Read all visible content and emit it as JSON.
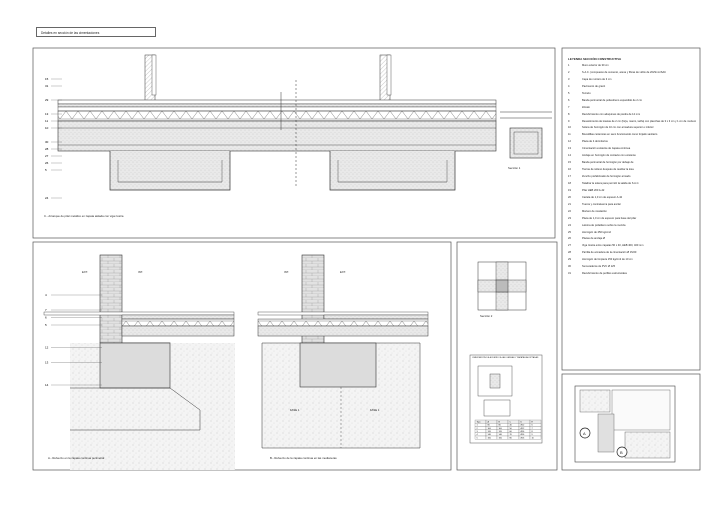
{
  "title_tag": "Detalles en sección de las cimentaciones",
  "captions": {
    "c_top": "C.- Arranque de pilar metálico en zapata aislada con viga riostra",
    "a_bottom": "A.- Refuerzo en la zapata continua perimetral",
    "b_bottom": "B.- Refuerzo de la zapata continua en las medianeras",
    "section1": "Sección 1",
    "section2": "Sección 2"
  },
  "labels": {
    "ext1": "EXT.",
    "int1": "INT.",
    "int2": "INT.",
    "ext2": "EXT.",
    "fase1a": "FASE 1",
    "fase1b": "FASE 1"
  },
  "left_numbers_top": [
    "15",
    "31",
    "",
    "29",
    "",
    "13",
    "11",
    "10",
    "",
    "30",
    "28",
    "27",
    "26",
    "5",
    "",
    "",
    "",
    "24"
  ],
  "left_numbers_bottom": [
    "4",
    "",
    "7",
    "6",
    "5",
    "",
    "",
    "12",
    "",
    "13",
    "",
    "",
    "14"
  ],
  "legend_title": "LEYENDA SECCIÓN CONSTRUCTIVA",
  "legend": [
    {
      "n": "1",
      "t": "Muro exterior de 30 cm"
    },
    {
      "n": "2",
      "t": "S.A.C. (compuesto de cemento, arena y fibras de vidrio de 20x5mm/SAC"
    },
    {
      "n": "3",
      "t": "Capa de mortero de 3 cm"
    },
    {
      "n": "4",
      "t": "Pavimento de granit"
    },
    {
      "n": "5",
      "t": "Terrazo"
    },
    {
      "n": "6",
      "t": "Banda perimetral de poliestireno expandido de 2 cm"
    },
    {
      "n": "7",
      "t": "Zócalo"
    },
    {
      "n": "8",
      "t": "Recubrimiento con adoquines de piedra de 12 mm"
    },
    {
      "n": "9",
      "t": "Revestimiento de losetas de 2 cm (forja, marco, tarifa) con planchas de 3 x 3 cm y 1 cm de mortero"
    },
    {
      "n": "10",
      "t": "Solera de hormigón de 10 cm con armadura superior e inferior"
    },
    {
      "n": "11",
      "t": "Bovedillas cerámicas en seco funcionando como forjado sanitario"
    },
    {
      "n": "12",
      "t": "Placa de 4 dormitorios"
    },
    {
      "n": "13",
      "t": "Cimentación existente de zapata continua"
    },
    {
      "n": "14",
      "t": "Anclaje en hormigón de contacto con existente"
    },
    {
      "n": "15",
      "t": "Banda perimetral de hormigón por debajo de"
    },
    {
      "n": "16",
      "t": "Tierras de relleno después de realizar la losa"
    },
    {
      "n": "17",
      "t": "Zuncho prefabricado de hormigón armado"
    },
    {
      "n": "18",
      "t": "Taladrar la solera para permitir la salida de S.A.C."
    },
    {
      "n": "19",
      "t": "Pilar HEB 200 A-42"
    },
    {
      "n": "20",
      "t": "Cartela de 1,0 cm de espesor A-42"
    },
    {
      "n": "21",
      "t": "Tuerca y contratuerca para anclar"
    },
    {
      "n": "22",
      "t": "Mortero de nivelación"
    },
    {
      "n": "23",
      "t": "Placa de 1,0 cm de espesor para base del pilar"
    },
    {
      "n": "24",
      "t": "Lámina de polietileno sobre la mezcla"
    },
    {
      "n": "25",
      "t": "Hormigón de 250 kg/cm2"
    },
    {
      "n": "26",
      "t": "Placas de anclaje Ø"
    },
    {
      "n": "27",
      "t": "Viga riostra entre zapatas 50 x 40, HEB 400, 400 mm"
    },
    {
      "n": "28",
      "t": "Parrilla de armadura de la cimentación Ø 15/20"
    },
    {
      "n": "29",
      "t": "Hormigón de limpieza 150 kg/cm2 de 10 cm"
    },
    {
      "n": "30",
      "t": "Sumuraderos de PVC Ø 125"
    },
    {
      "n": "31",
      "t": "Recubrimiento de perfiles estructurales"
    }
  ],
  "small_sheet": {
    "title": "CIMENTACIÓN DE ACUERDO A LAS CARGAS Y ZAPATAS ADOPTADAS",
    "table_head": [
      "Tipo",
      "A",
      "B",
      "C",
      "D",
      "E"
    ],
    "table_rows": [
      [
        "1",
        "80",
        "80",
        "40",
        "Ø12",
        "6"
      ],
      [
        "2",
        "100",
        "100",
        "50",
        "Ø12",
        "7"
      ],
      [
        "3",
        "120",
        "120",
        "60",
        "Ø16",
        "8"
      ],
      [
        "4",
        "140",
        "140",
        "70",
        "Ø16",
        "9"
      ],
      [
        "5",
        "160",
        "160",
        "80",
        "Ø16",
        "10"
      ]
    ]
  },
  "keyplan": {
    "mark_a": "A",
    "mark_b": "B"
  },
  "colors": {
    "line": "#333333",
    "fill_concrete": "#e8e8e8",
    "fill_footing": "#d6d6d6",
    "fill_brick": "#dcdcdc"
  }
}
